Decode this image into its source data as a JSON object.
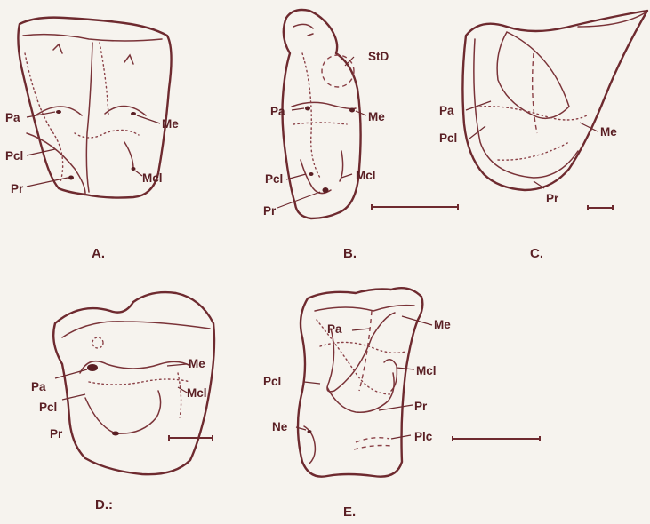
{
  "panels": [
    {
      "letter": "A.",
      "labels": {
        "pa": "Pa",
        "me": "Me",
        "pcl": "Pcl",
        "mcl": "Mcl",
        "pr": "Pr"
      }
    },
    {
      "letter": "B.",
      "labels": {
        "std": "StD",
        "pa": "Pa",
        "me": "Me",
        "pcl": "Pcl",
        "mcl": "Mcl",
        "pr": "Pr"
      }
    },
    {
      "letter": "C.",
      "labels": {
        "pa": "Pa",
        "me": "Me",
        "pcl": "Pcl",
        "pr": "Pr"
      }
    },
    {
      "letter": "D.:",
      "labels": {
        "me": "Me",
        "pa": "Pa",
        "mcl": "Mcl",
        "pcl": "Pcl",
        "pr": "Pr"
      }
    },
    {
      "letter": "E.",
      "labels": {
        "pa": "Pa",
        "me": "Me",
        "mcl": "Mcl",
        "pcl": "Pcl",
        "pr": "Pr",
        "ne": "Ne",
        "plc": "Plc"
      }
    }
  ]
}
